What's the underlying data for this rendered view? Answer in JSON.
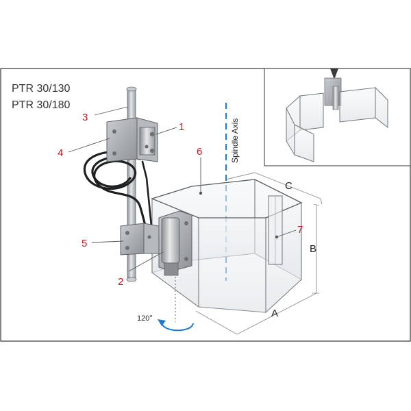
{
  "models": [
    "PTR 30/130",
    "PTR 30/180"
  ],
  "axis_label": "Spindle Axis",
  "rotation_label": "120°",
  "callouts": [
    "1",
    "2",
    "3",
    "4",
    "5",
    "6",
    "7"
  ],
  "dimensions": {
    "a": "A",
    "b": "B",
    "c": "C"
  },
  "colors": {
    "callout": "#d0141c",
    "axis": "#1a7bd6",
    "rotation_arrow": "#1a7bd6",
    "frame": "#333333"
  }
}
